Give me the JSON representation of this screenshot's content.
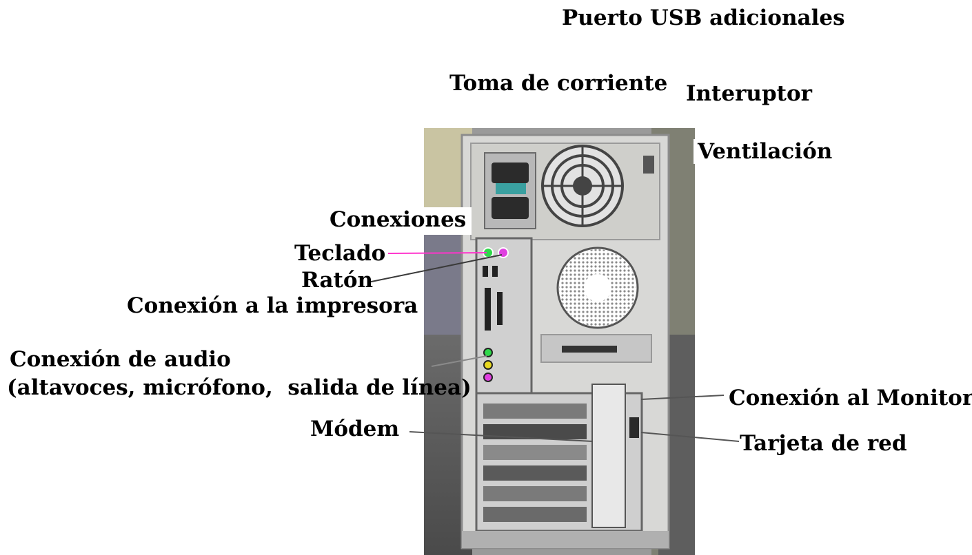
{
  "labels": {
    "usb": "Puerto USB adicionales",
    "power_socket": "Toma de corriente",
    "switch": "Interuptor",
    "ventilation": "Ventilación",
    "connections": "Conexiones",
    "keyboard": "Teclado",
    "mouse": "Ratón",
    "printer": "Conexión a la impresora",
    "audio_line1": "Conexión de audio",
    "audio_line2": "(altavoces, micrófono,  salida de línea)",
    "modem": "Módem",
    "monitor": "Conexión al Monitor",
    "network": "Tarjeta de red"
  },
  "colors": {
    "keyboard_leader": "#ff33cc",
    "leader": "#3a3a3a",
    "port_green": "#2fd84a",
    "port_pink": "#e040e0",
    "port_yellow": "#e8d820"
  }
}
